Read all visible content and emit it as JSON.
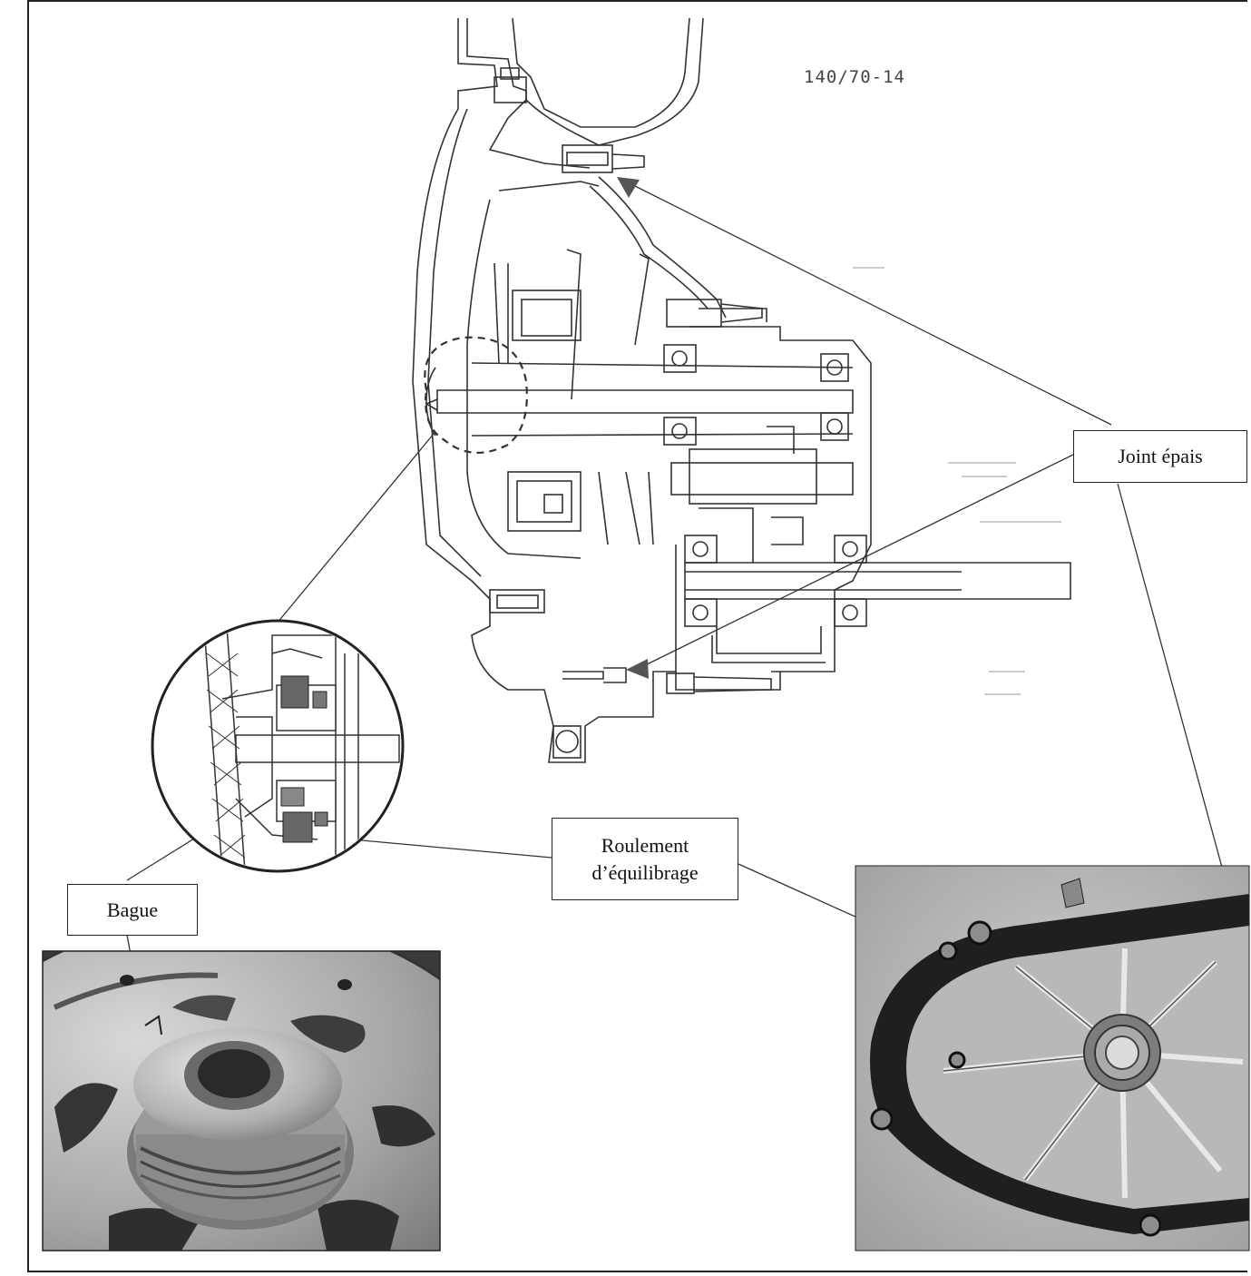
{
  "part_code": "140/70-14",
  "labels": {
    "joint_epais": "Joint épais",
    "roulement_line1": "Roulement",
    "roulement_line2": "d’équilibrage",
    "bague": "Bague"
  },
  "colors": {
    "line": "#333333",
    "arrow_fill": "#555555",
    "photo_dark": "#1f1f1f",
    "photo_mid": "#8a8a8a",
    "photo_light": "#c8c8c8"
  }
}
